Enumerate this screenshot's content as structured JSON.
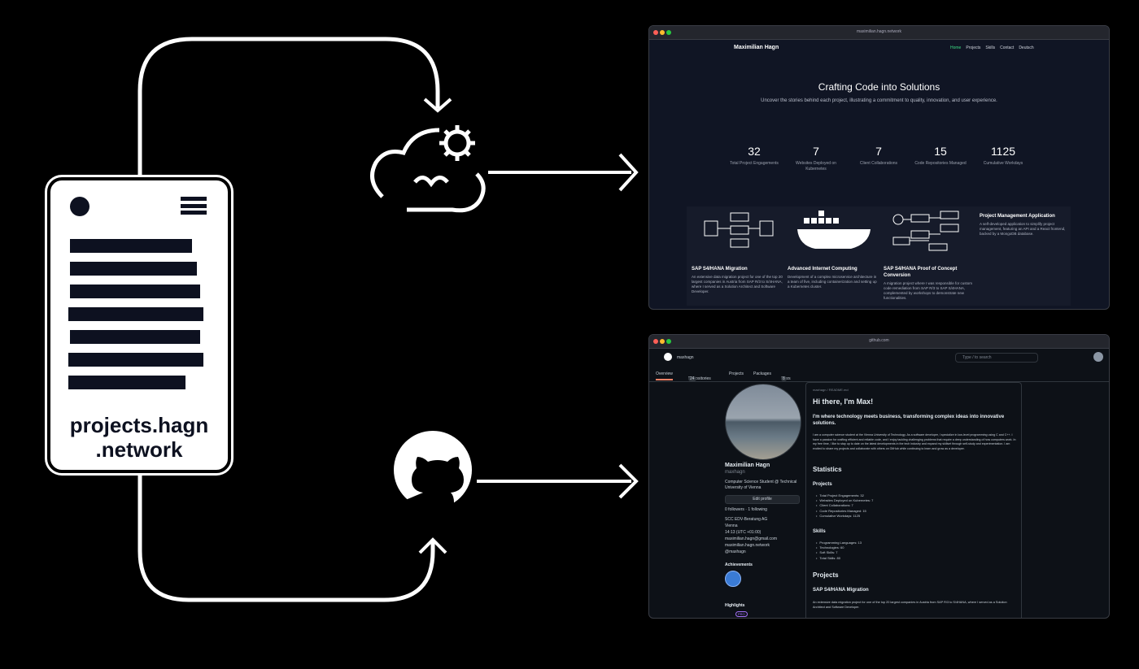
{
  "phone": {
    "label_line1": "projects.hagn",
    "label_line2": ".network"
  },
  "portfolio_window": {
    "address": "maximilian.hagn.network",
    "site_name": "Maximilian Hagn",
    "nav": [
      "Home",
      "Projects",
      "Skills",
      "Contact",
      "Deutsch"
    ],
    "hero_title": "Crafting Code into Solutions",
    "hero_subtitle": "Uncover the stories behind each project, illustrating a commitment to quality, innovation, and user experience.",
    "stats": [
      {
        "value": "32",
        "label": "Total Project Engagements"
      },
      {
        "value": "7",
        "label": "Websites Deployed on Kubernetes"
      },
      {
        "value": "7",
        "label": "Client Collaborations"
      },
      {
        "value": "15",
        "label": "Code Repositories Managed"
      },
      {
        "value": "1125",
        "label": "Cumulative Workdays"
      }
    ],
    "cards": [
      {
        "title": "SAP S4/HANA Migration",
        "desc": "An extensive data migration project for one of the top 20 largest companies in Austria from SAP R/3 to S/4HANA, where I served as a Solution Architect and Software Developer."
      },
      {
        "title": "Advanced Internet Computing",
        "desc": "Development of a complex microservice architecture in a team of five, including containerization and setting up a Kubernetes cluster."
      },
      {
        "title": "SAP S4/HANA Proof of Concept Conversion",
        "desc": "A migration project where I was responsible for custom code remediation from SAP R/3 to SAP S/4HANA, complemented by workshops to demonstrate new functionalities."
      },
      {
        "title": "Project Management Application",
        "desc": "A self-developed application to simplify project management, featuring an API and a React frontend, backed by a MongoDB database."
      }
    ]
  },
  "github_window": {
    "address": "github.com",
    "user": "maxhagn",
    "search_placeholder": "Type / to search",
    "tabs": [
      {
        "label": "Overview"
      },
      {
        "label": "Repositories",
        "count": "24"
      },
      {
        "label": "Projects"
      },
      {
        "label": "Packages"
      },
      {
        "label": "Stars",
        "count": "8"
      }
    ],
    "name": "Maximilian Hagn",
    "handle": "maxhagn",
    "bio": "Computer Science Student @ Technical University of Vienna",
    "edit_button": "Edit profile",
    "followers": "0 followers · 1 following",
    "details": [
      "SCC EDV-Beratung AG",
      "Vienna",
      "14:13 (UTC +01:00)",
      "maximilian.hagn@gmail.com",
      "maximilian.hagn.network",
      "@maxhagn"
    ],
    "achievements_heading": "Achievements",
    "highlights_heading": "Highlights",
    "highlight_badge": "PRO",
    "readme_path": "maxhagn / README.md",
    "greeting": "Hi there, I'm Max!",
    "tagline": "I'm where technology meets business, transforming complex ideas into innovative solutions.",
    "intro": "I am a computer science student at the Vienna University of Technology. As a software developer, I specialize in low-level programming using C and C++. I have a passion for crafting efficient and reliable code, and I enjoy tackling challenging problems that require a deep understanding of how computers work. In my free time, I like to stay up to date on the latest developments in the tech industry and expand my skillset through self-study and experimentation. I am excited to share my projects and collaborate with others on GitHub while continuing to learn and grow as a developer.",
    "statistics_heading": "Statistics",
    "projects_sub": "Projects",
    "project_stats": [
      "Total Project Engagements: 32",
      "Websites Deployed on Kubernetes: 7",
      "Client Collaborations: 7",
      "Code Repositories Managed: 15",
      "Cumulative Workdays: 1125"
    ],
    "skills_sub": "Skills",
    "skill_stats": [
      "Programming Languages: 13",
      "Technologies: 60",
      "Soft Skills: 7",
      "Total Skills: 80"
    ],
    "projects_heading": "Projects",
    "first_project": "SAP S4/HANA Migration",
    "first_project_desc": "An extensive data migration project for one of the top 20 largest companies in Austria from SAP R/3 to S/4HANA, where I served as a Solution Architect and Software Developer."
  },
  "colors": {
    "background": "#000000",
    "phone": "#ffffff",
    "ink": "#0d1120",
    "accent_green": "#3ddc84"
  },
  "icons": [
    "cloud-gear-icon",
    "github-icon",
    "arrow-right-icon",
    "arrow-down-icon",
    "arrow-up-icon",
    "docker-whale-icon"
  ]
}
